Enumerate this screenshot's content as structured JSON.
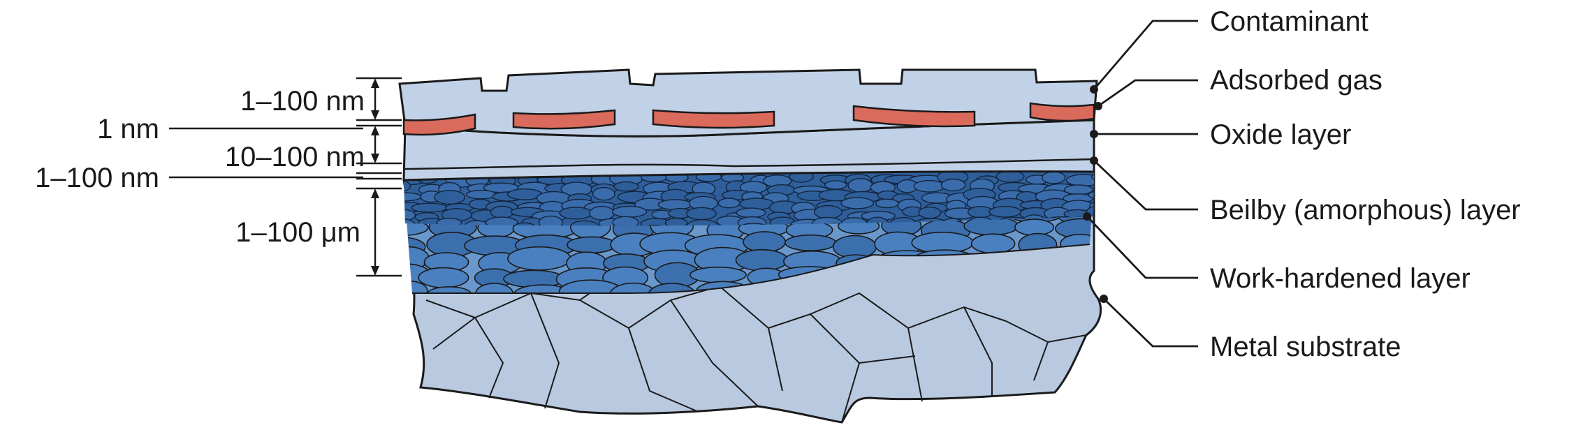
{
  "diagram": {
    "colors": {
      "substrate": "#b8c9e0",
      "work_hardened": "#4a80bf",
      "beilby_dark": "#2f5f9a",
      "oxide_band": "#c1d2e8",
      "adsorbed_gas": "#d96a5c",
      "outline": "#1a1a1a"
    },
    "dimensions": {
      "contaminant_thickness": "1–100 nm",
      "adsorbed_gas_thickness": "1 nm",
      "oxide_thickness": "10–100 nm",
      "beilby_thickness": "1–100 nm",
      "work_hardened_thickness": "1–100 μm"
    },
    "layers": [
      {
        "label": "Contaminant"
      },
      {
        "label": "Adsorbed gas"
      },
      {
        "label": "Oxide layer"
      },
      {
        "label": "Beilby (amorphous) layer"
      },
      {
        "label": "Work-hardened layer"
      },
      {
        "label": "Metal substrate"
      }
    ]
  }
}
